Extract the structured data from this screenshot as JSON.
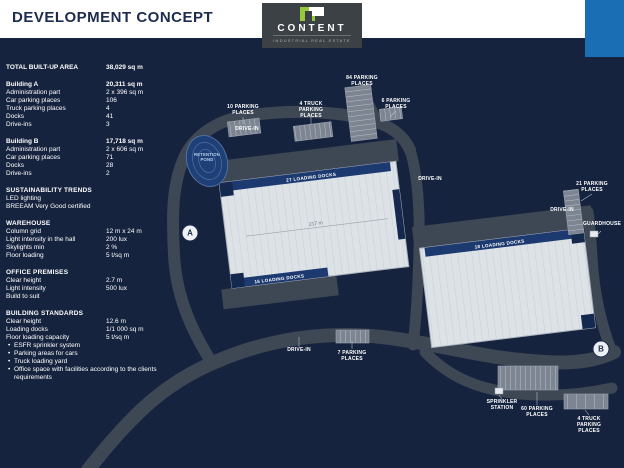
{
  "header": {
    "title": "DEVELOPMENT CONCEPT",
    "logo": {
      "name": "CONTENT",
      "tagline": "INDUSTRIAL REAL ESTATE"
    }
  },
  "specs": {
    "total": {
      "label": "TOTAL BUILT-UP AREA",
      "value": "38,029 sq m"
    },
    "building_a": {
      "title": "Building A",
      "area": "20,311 sq m",
      "rows": [
        {
          "label": "Administration part",
          "value": "2 x 396 sq m"
        },
        {
          "label": "Car parking places",
          "value": "106"
        },
        {
          "label": "Truck parking places",
          "value": "4"
        },
        {
          "label": "Docks",
          "value": "41"
        },
        {
          "label": "Drive-ins",
          "value": "3"
        }
      ]
    },
    "building_b": {
      "title": "Building B",
      "area": "17,718 sq m",
      "rows": [
        {
          "label": "Administration part",
          "value": "2 x 606 sq m"
        },
        {
          "label": "Car parking places",
          "value": "71"
        },
        {
          "label": "Docks",
          "value": "28"
        },
        {
          "label": "Drive-ins",
          "value": "2"
        }
      ]
    },
    "sustainability": {
      "title": "SUSTAINABILITY TRENDS",
      "lines": [
        "LED lighting",
        "BREEAM Very Good certified"
      ]
    },
    "warehouse": {
      "title": "WAREHOUSE",
      "rows": [
        {
          "label": "Column grid",
          "value": "12 m x 24 m"
        },
        {
          "label": "Light intensity in the hall",
          "value": "200 lux"
        },
        {
          "label": "Skylights min",
          "value": "2 %"
        },
        {
          "label": "Floor loading",
          "value": "5 t/sq m"
        }
      ]
    },
    "office": {
      "title": "OFFICE PREMISES",
      "rows": [
        {
          "label": "Clear height",
          "value": "2.7 m"
        },
        {
          "label": "Light intensity",
          "value": "500 lux"
        },
        {
          "label": "Build to suit",
          "value": ""
        }
      ]
    },
    "standards": {
      "title": "BUILDING STANDARDS",
      "rows": [
        {
          "label": "Clear height",
          "value": "12.6 m"
        },
        {
          "label": "Loading docks",
          "value": "1/1 000 sq m"
        },
        {
          "label": "Floor loading capacity",
          "value": "5 t/sq m"
        }
      ],
      "bullets": [
        "ESFR sprinkler system",
        "Parking areas for cars",
        "Truck loading yard",
        "Office space with facilities according to the clients requirements"
      ]
    }
  },
  "plan": {
    "pond_label": "RETENTION POND",
    "marker_a": "A",
    "marker_b": "B",
    "building_a": {
      "docks_top": "27 LOADING DOCKS",
      "docks_side": "16 LOADING DOCKS",
      "dim": "217 m"
    },
    "building_b": {
      "docks_top": "18 LOADING DOCKS"
    },
    "labels": {
      "parking_10": "10 PARKING PLACES",
      "truck_4_top": "4 TRUCK PARKING PLACES",
      "parking_84": "84 PARKING PLACES",
      "parking_6": "6 PARKING PLACES",
      "parking_21": "21 PARKING PLACES",
      "parking_7": "7 PARKING PLACES",
      "parking_60": "60 PARKING PLACES",
      "truck_4_bottom": "4 TRUCK PARKING PLACES",
      "guardhouse": "GUARDHOUSE",
      "sprinkler": "SPRINKLER STATION",
      "drive_in_1": "DRIVE-IN",
      "drive_in_2": "DRIVE-IN",
      "drive_in_3": "DRIVE-IN",
      "drive_in_4": "DRIVE-IN"
    }
  },
  "colors": {
    "navy_bg": "#16233e",
    "accent_blue": "#1a6fb4",
    "logo_green": "#97c93d",
    "road_gray": "#3e4754",
    "dock_navy": "#1d3a70"
  }
}
